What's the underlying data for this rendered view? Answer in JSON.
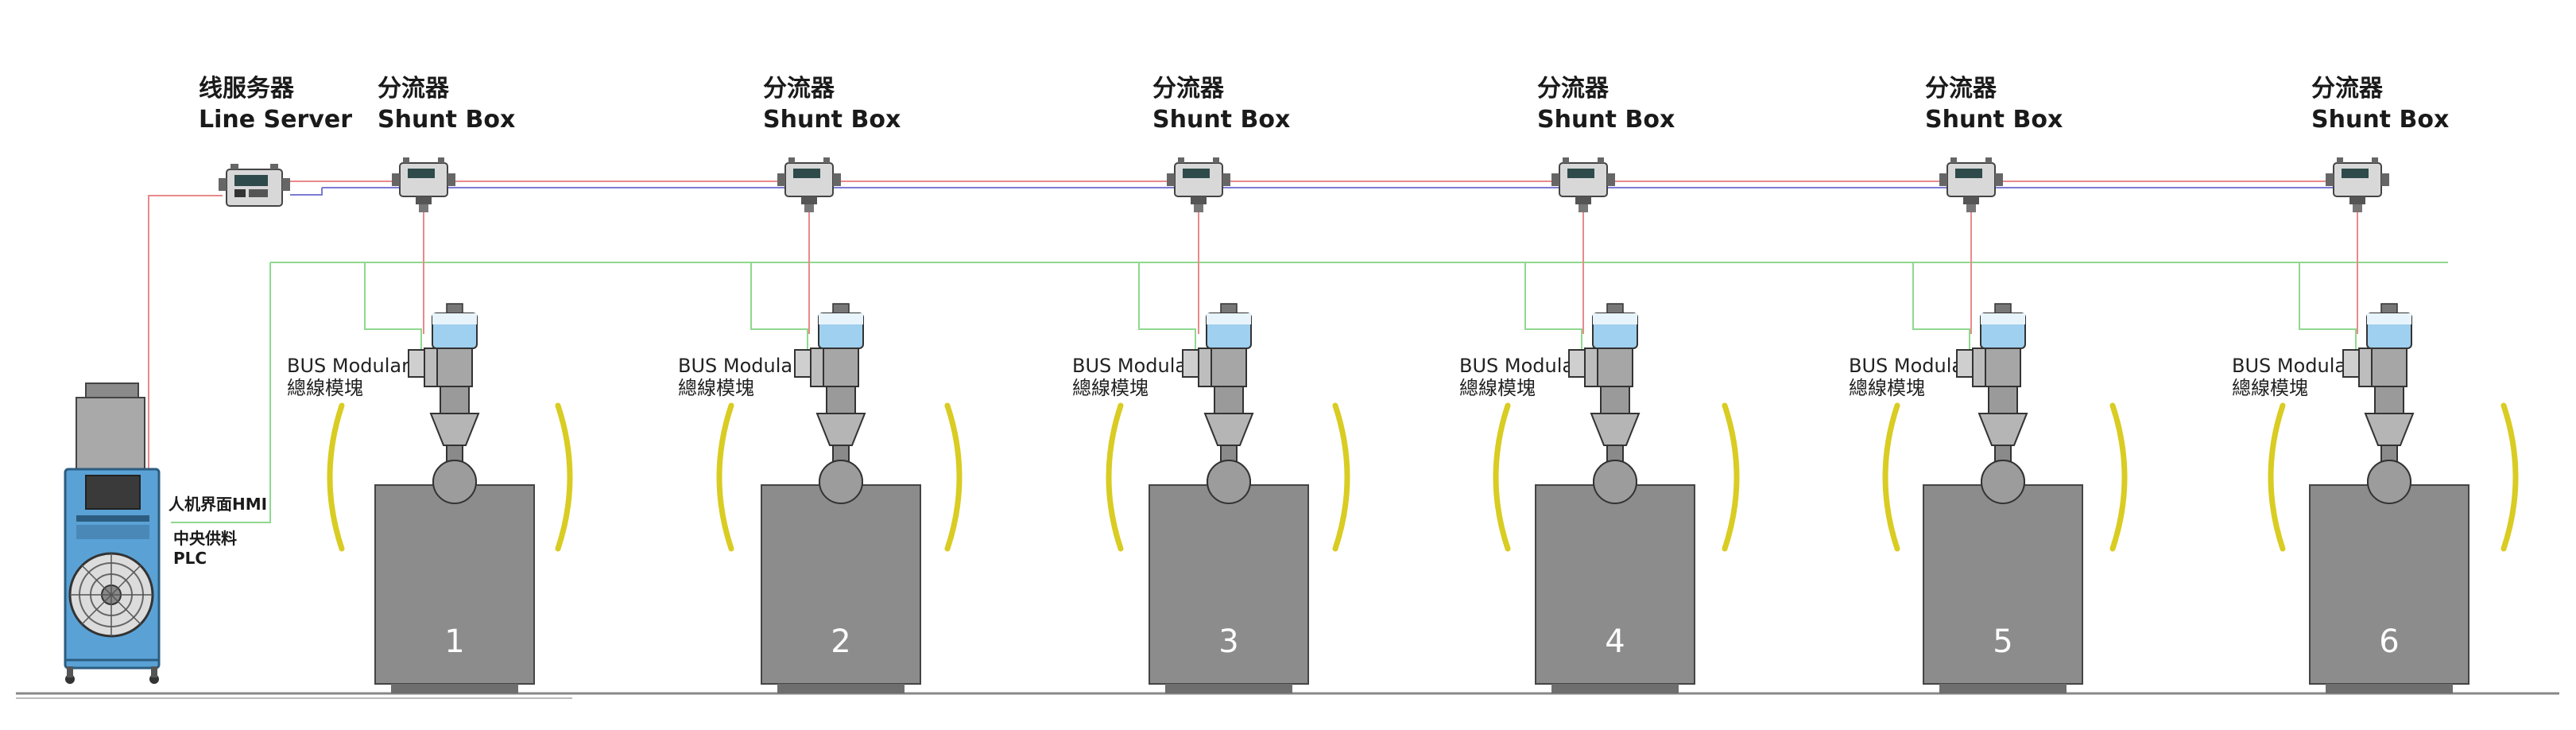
{
  "server": {
    "label_cn": "线服务器",
    "label_en": "Line Server"
  },
  "shunt_box": {
    "label_cn": "分流器",
    "label_en": "Shunt Box"
  },
  "bus_module": {
    "label_en": "BUS Modular",
    "label_cn": "總線模塊"
  },
  "controller": {
    "hmi_label": "人机界面HMI",
    "central_label": "中央供料",
    "plc_label": "PLC"
  },
  "machines": [
    {
      "number": "1"
    },
    {
      "number": "2"
    },
    {
      "number": "3"
    },
    {
      "number": "4"
    },
    {
      "number": "5"
    },
    {
      "number": "6"
    }
  ],
  "colors": {
    "power_line": "#e88a8a",
    "signal_line": "#7b7bd6",
    "bus_line": "#8fd88f",
    "fence": "#d9cc22",
    "machine_body": "#8c8c8c",
    "hopper_blue": "#9fd0ef"
  }
}
